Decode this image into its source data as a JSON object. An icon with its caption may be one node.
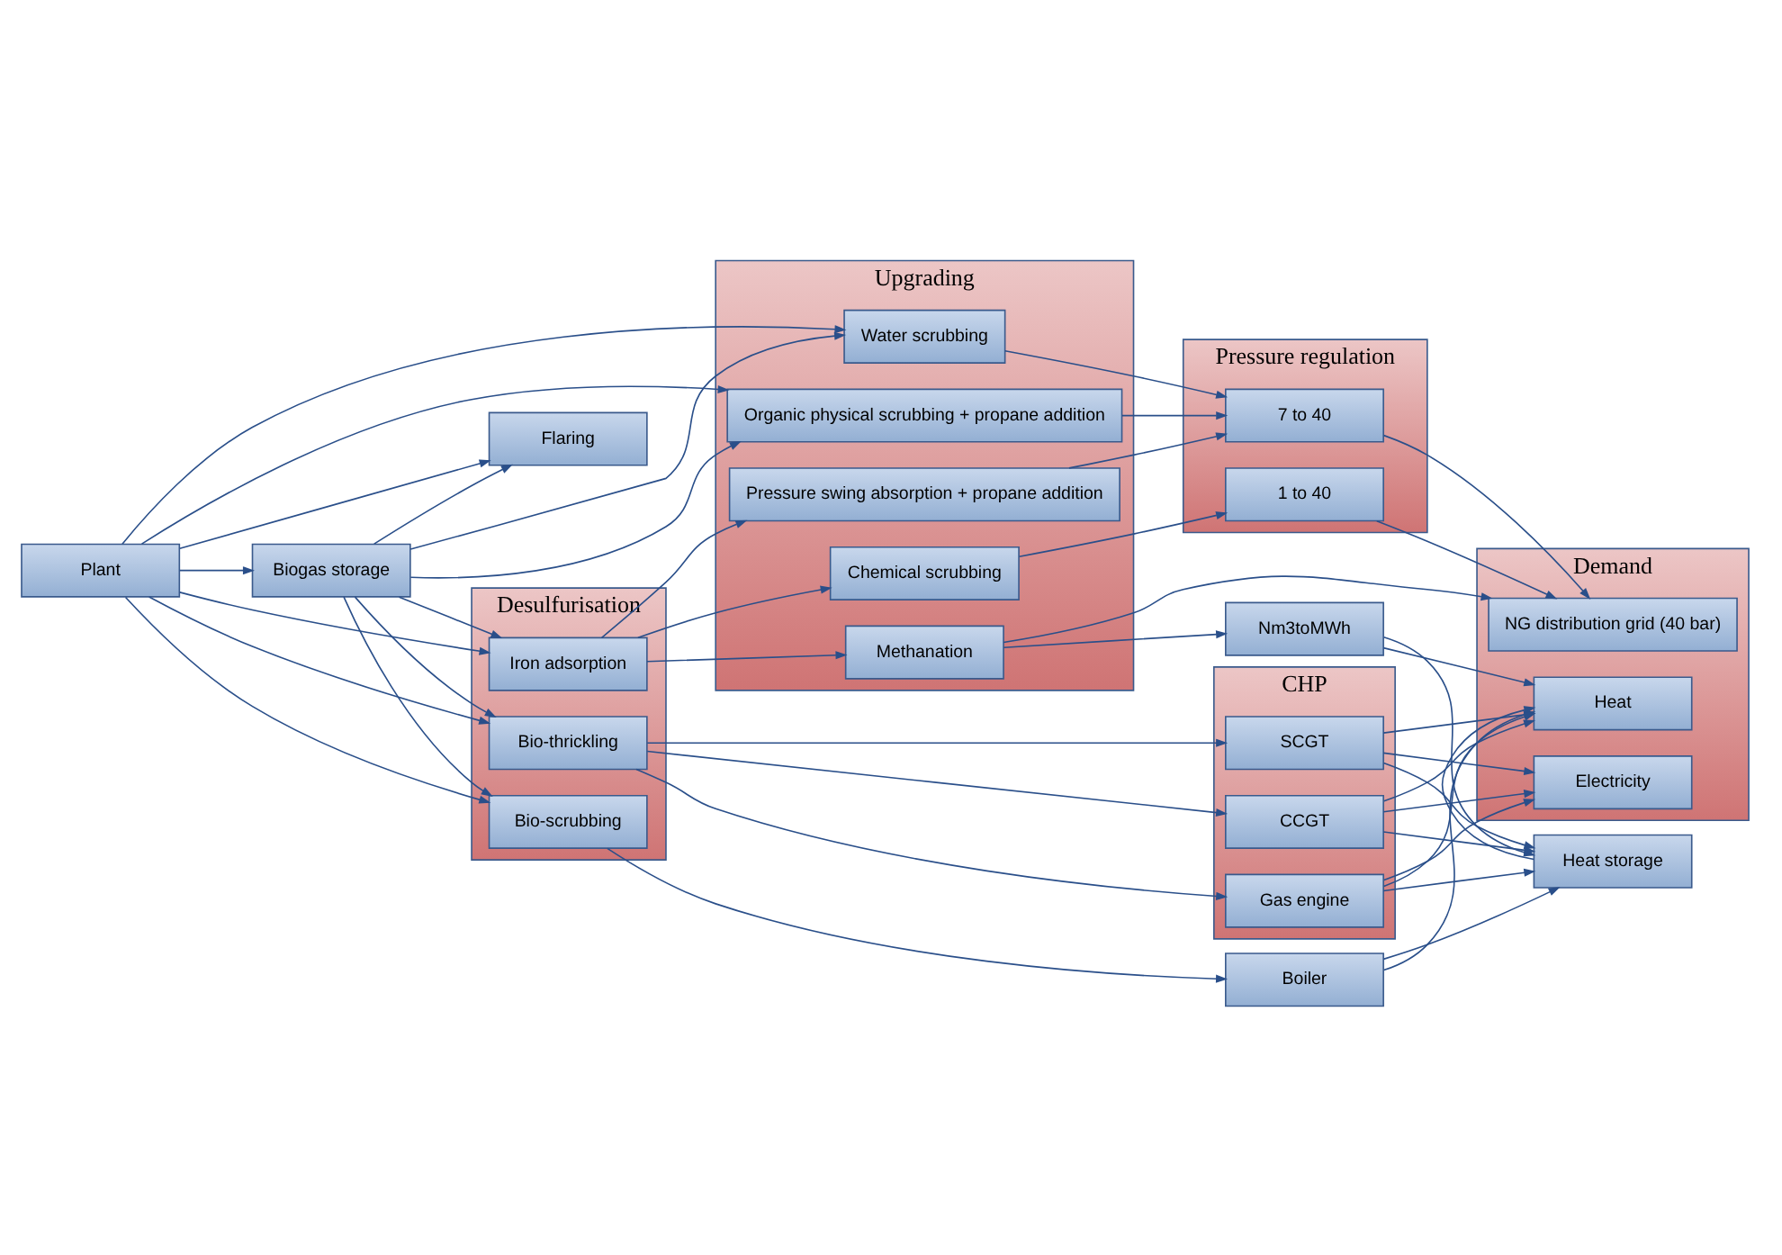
{
  "diagram": {
    "nodes": [
      {
        "text": [
          "Plant"
        ]
      },
      {
        "text": [
          "Biogas storage"
        ]
      },
      {
        "text": [
          "Upgrading"
        ]
      },
      {
        "text": [
          "Water scrubbing"
        ],
        "in": 2
      },
      {
        "text": [
          "Organic physical scrubbing + propane addition"
        ],
        "in": 2
      },
      {
        "text": [
          "Pressure swing absorption + propane addition"
        ],
        "in": 2
      },
      {
        "text": [
          "Chemical scrubbing"
        ],
        "in": 2
      },
      {
        "text": [
          "Methanation"
        ],
        "in": 2
      },
      {
        "text": [
          "Pressure regulation"
        ]
      },
      {
        "text": [
          "7 to 40"
        ],
        "in": 8
      },
      {
        "text": [
          "1 to 40"
        ],
        "in": 8
      },
      {
        "text": [
          "Flaring"
        ]
      },
      {
        "text": [
          "Desulfurisation"
        ]
      },
      {
        "text": [
          "Iron adsorption"
        ],
        "in": 12
      },
      {
        "text": [
          "Bio-scrubbing"
        ],
        "in": 12
      },
      {
        "text": [
          "Bio-thrickling"
        ],
        "in": 12
      },
      {
        "text": [
          "Demand"
        ]
      },
      {
        "text": [
          "NG distribution grid (40 bar)"
        ],
        "in": 16
      },
      {
        "text": [
          "Heat"
        ],
        "in": 16
      },
      {
        "text": [
          "Electricity"
        ],
        "in": 16
      },
      {
        "text": [
          "Nm3toMWh"
        ]
      },
      {
        "text": [
          "Boiler"
        ]
      },
      {
        "text": [
          "Heat storage"
        ]
      },
      {
        "text": [
          "CHP"
        ]
      },
      {
        "text": [
          "SCGT"
        ],
        "in": 23
      },
      {
        "text": [
          "CCGT"
        ],
        "in": 23
      },
      {
        "text": [
          "Gas engine"
        ],
        "in": 23
      }
    ],
    "edges": [
      {
        "from": 0,
        "to": 1,
        "arrow": "to"
      },
      {
        "from": 0,
        "to": 11,
        "arrow": "to"
      },
      {
        "from": 0,
        "to": 3,
        "arrow": "to"
      },
      {
        "from": 0,
        "to": 4,
        "arrow": "to"
      },
      {
        "from": 0,
        "to": 13,
        "arrow": "to"
      },
      {
        "from": 0,
        "to": 14,
        "arrow": "to"
      },
      {
        "from": 0,
        "to": 15,
        "arrow": "to"
      },
      {
        "from": 1,
        "to": 11,
        "arrow": "to"
      },
      {
        "from": 1,
        "to": 3,
        "arrow": "to"
      },
      {
        "from": 1,
        "to": 4,
        "arrow": "to"
      },
      {
        "from": 1,
        "to": 13,
        "arrow": "to"
      },
      {
        "from": 1,
        "to": 14,
        "arrow": "to"
      },
      {
        "from": 1,
        "to": 15,
        "arrow": "to"
      },
      {
        "from": 13,
        "to": 5,
        "arrow": "to"
      },
      {
        "from": 13,
        "to": 6,
        "arrow": "to"
      },
      {
        "from": 13,
        "to": 7,
        "arrow": "to"
      },
      {
        "from": 3,
        "to": 9,
        "arrow": "to"
      },
      {
        "from": 4,
        "to": 9,
        "arrow": "to"
      },
      {
        "from": 5,
        "to": 9,
        "arrow": "to"
      },
      {
        "from": 6,
        "to": 10,
        "arrow": "to"
      },
      {
        "from": 9,
        "to": 17,
        "arrow": "to"
      },
      {
        "from": 10,
        "to": 17,
        "arrow": "to"
      },
      {
        "from": 7,
        "to": 17,
        "arrow": "to"
      },
      {
        "from": 7,
        "to": 20,
        "arrow": "to"
      },
      {
        "from": 20,
        "to": 22,
        "arrow": "to"
      },
      {
        "from": 20,
        "to": 18,
        "arrow": "to"
      },
      {
        "from": 14,
        "to": 21,
        "arrow": "to"
      },
      {
        "from": 21,
        "to": 22,
        "arrow": "to"
      },
      {
        "from": 21,
        "to": 18,
        "arrow": "to"
      },
      {
        "from": 22,
        "to": 18,
        "arrow": "to"
      },
      {
        "from": 15,
        "to": 24,
        "arrow": "to"
      },
      {
        "from": 15,
        "to": 25,
        "arrow": "to"
      },
      {
        "from": 15,
        "to": 26,
        "arrow": "to"
      },
      {
        "from": 24,
        "to": 22,
        "arrow": "to"
      },
      {
        "from": 24,
        "to": 18,
        "arrow": "to"
      },
      {
        "from": 24,
        "to": 19,
        "arrow": "to"
      },
      {
        "from": 25,
        "to": 22,
        "arrow": "to"
      },
      {
        "from": 25,
        "to": 18,
        "arrow": "to"
      },
      {
        "from": 25,
        "to": 19,
        "arrow": "to"
      },
      {
        "from": 26,
        "to": 22,
        "arrow": "to"
      },
      {
        "from": 26,
        "to": 18,
        "arrow": "to"
      },
      {
        "from": 26,
        "to": 19,
        "arrow": "to"
      }
    ]
  }
}
